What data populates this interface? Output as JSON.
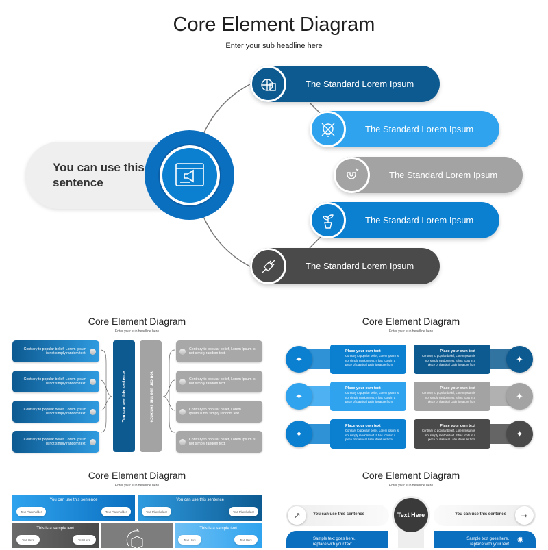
{
  "main": {
    "title": "Core Element Diagram",
    "subtitle": "Enter your sub headline here",
    "center_text": "You can use this sentence",
    "items": [
      {
        "label": "The Standard Lorem Ipsum",
        "color": "#0d5a91",
        "icon": "globe-document-icon"
      },
      {
        "label": "The Standard Lorem Ipsum",
        "color": "#2fa3ee",
        "icon": "lightbulb-target-icon"
      },
      {
        "label": "The Standard Lorem Ipsum",
        "color": "#a3a3a3",
        "icon": "magnet-hearts-icon"
      },
      {
        "label": "The Standard Lorem Ipsum",
        "color": "#0b7fd0",
        "icon": "plant-icon"
      },
      {
        "label": "The Standard Lorem Ipsum",
        "color": "#4a4a4a",
        "icon": "plug-icon"
      }
    ],
    "center_icon": "browser-megaphone-icon"
  },
  "panel1": {
    "title": "Core Element Diagram",
    "subtitle": "Enter your sub headline here",
    "left": [
      "Contrary to popular belief, Lorem Ipsum is not simply random text.",
      "Contrary to popular belief, Lorem Ipsum is not simply random text.",
      "Contrary to popular belief, Lorem Ipsum is not simply random text.",
      "Contrary to popular belief, Lorem Ipsum is not simply random text."
    ],
    "bar_left": "You can use this sentence",
    "bar_right": "You can use this sentence",
    "right": [
      "Contrary to popular belief, Lorem Ipsum is not simply random text.",
      "Contrary to popular belief, Lorem Ipsum is not simply random text.",
      "Contrary to popular belief, Lorem Ipsum is not simply random text.",
      "Contrary to popular belief, Lorem Ipsum is not simply random text."
    ]
  },
  "panel2": {
    "title": "Core Element Diagram",
    "subtitle": "Enter your sub headline here",
    "cards": [
      {
        "heading": "Place your own text",
        "body": "Contrary to popular belief, Lorem Ipsum is not simply random text. It has roots in a piece of classical Latin literature from",
        "color": "#0b7fd0",
        "icon": "network-gear-icon"
      },
      {
        "heading": "Place your own text",
        "body": "Contrary to popular belief, Lorem Ipsum is not simply random text. It has roots in a piece of classical Latin literature from",
        "color": "#0d5a91",
        "icon": "team-gear-icon"
      },
      {
        "heading": "Place your own text",
        "body": "Contrary to popular belief, Lorem Ipsum is not simply random text. It has roots in a piece of classical Latin literature from",
        "color": "#2fa3ee",
        "icon": "document-gears-icon"
      },
      {
        "heading": "Place your own text",
        "body": "Contrary to popular belief, Lorem Ipsum is not simply random text. It has roots in a piece of classical Latin literature from",
        "color": "#a3a3a3",
        "icon": "hub-nodes-icon"
      },
      {
        "heading": "Place your own text",
        "body": "Contrary to popular belief, Lorem Ipsum is not simply random text. It has roots in a piece of classical Latin literature from",
        "color": "#0b7fd0",
        "icon": "hand-sparkles-icon"
      },
      {
        "heading": "Place your own text",
        "body": "Contrary to popular belief, Lorem Ipsum is not simply random text. It has roots in a piece of classical Latin literature from",
        "color": "#4a4a4a",
        "icon": "calendar-clock-icon"
      }
    ]
  },
  "panel3": {
    "title": "Core Element Diagram",
    "subtitle": "Enter your sub headline here",
    "top": [
      {
        "heading": "You can use this sentence",
        "a": "Text Placeholder",
        "b": "Text Placeholder"
      },
      {
        "heading": "You can use this sentence",
        "a": "Text Placeholder",
        "b": "Text Placeholder"
      }
    ],
    "bottom": [
      {
        "heading": "This is a sample text.",
        "a": "Text Here",
        "b": "Text Here"
      },
      {
        "heading": "This is a sample text.",
        "a": "Text Here",
        "b": "Text Here"
      }
    ]
  },
  "panel4": {
    "title": "Core Element Diagram",
    "subtitle": "Enter your sub headline here",
    "center": "Text Here",
    "left_pill": "You can use this sentence",
    "right_pill": "You can use this sentence",
    "left_blue": "Sample text goes here, replace with your text",
    "right_blue": "Sample text goes here, replace with your text"
  }
}
